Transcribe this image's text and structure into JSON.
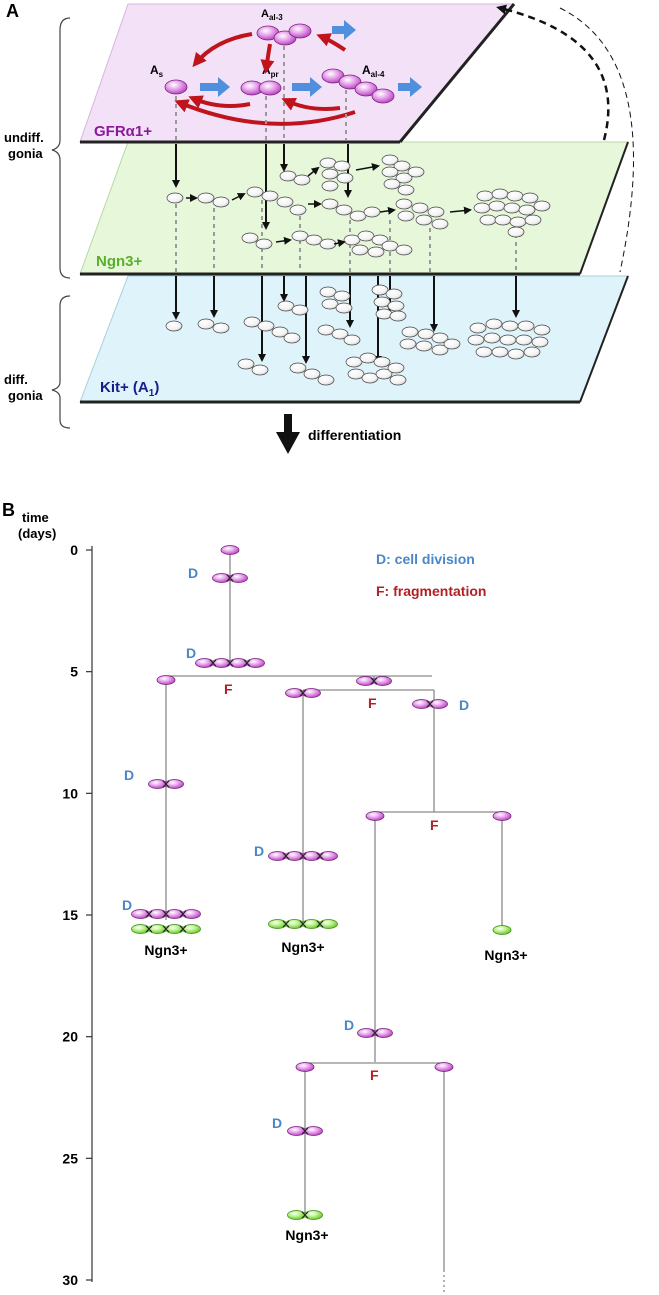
{
  "panel_a": {
    "label": "A",
    "plane_labels": {
      "gfr": "GFRα1+",
      "ngn3": "Ngn3+",
      "kit": "Kit+ (A",
      "kit_sub": "1",
      "kit_close": ")"
    },
    "cell_labels": {
      "as_main": "A",
      "as_sub": "s",
      "apr_main": "A",
      "apr_sub": "pr",
      "aal3_main": "A",
      "aal3_sub": "al-3",
      "aal4_main": "A",
      "aal4_sub": "al-4"
    },
    "bracket_undiff": [
      "undiff.",
      "gonia"
    ],
    "bracket_diff": [
      "diff.",
      "gonia"
    ],
    "arrow_label": "differentiation",
    "colors": {
      "gfr_plane": "#f3e2f7",
      "ngn3_plane": "#e6f7da",
      "kit_plane": "#dff4fa",
      "gfr_text": "#8b1a9a",
      "ngn3_text": "#5ab02a",
      "kit_text": "#1a1a8c",
      "red_arrow": "#c0141c",
      "blue_arrow": "#4f8fde"
    }
  },
  "panel_b": {
    "label": "B",
    "axis_title": [
      "time",
      "(days)"
    ],
    "ticks": [
      "0",
      "5",
      "10",
      "15",
      "20",
      "25",
      "30"
    ],
    "legend": {
      "division": "D: cell division",
      "fragmentation": "F: fragmentation"
    },
    "division_mark": "D",
    "fragmentation_mark": "F",
    "ngn3_label": "Ngn3+",
    "colors": {
      "division": "#4a86c8",
      "fragmentation": "#b22024",
      "magenta_cell": "#d36ad8",
      "green_cell": "#8fe24a"
    }
  }
}
